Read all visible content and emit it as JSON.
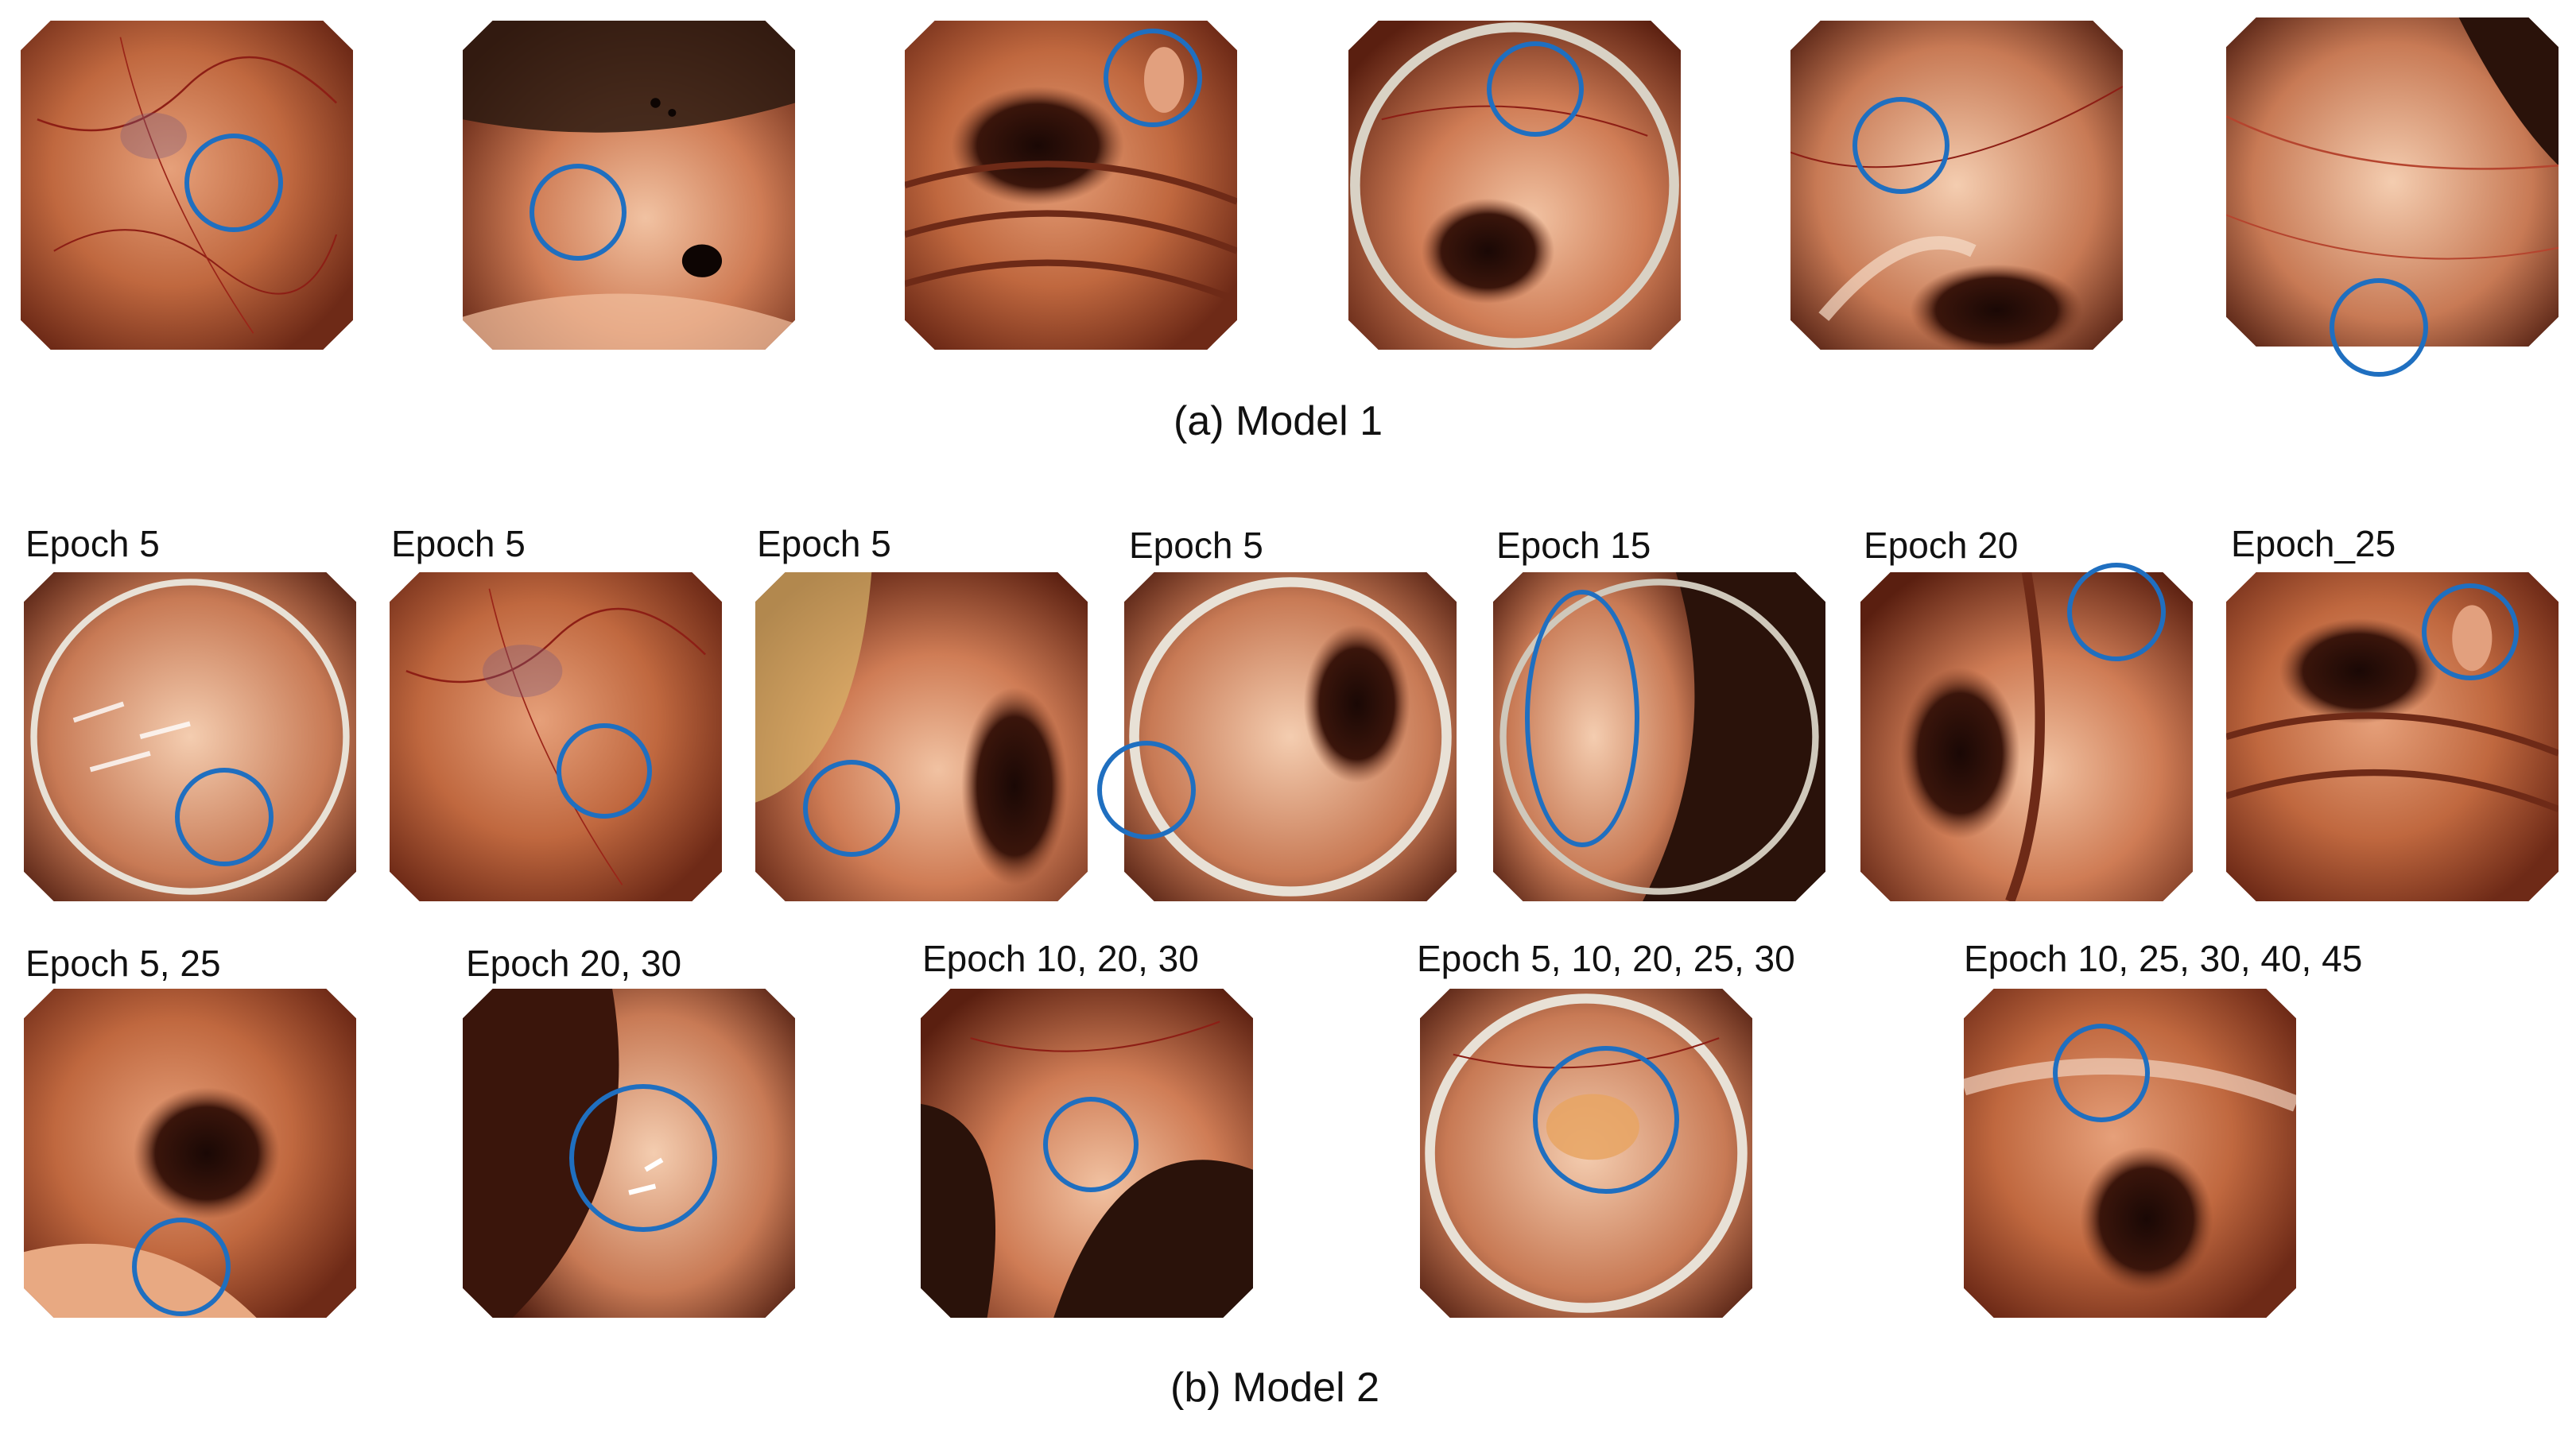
{
  "figure": {
    "caption_a": "(a) Model 1",
    "caption_b": "(b) Model 2",
    "model2_labels": [
      "Epoch 5",
      "Epoch 5",
      "Epoch 5",
      "Epoch 5",
      "Epoch 15",
      "Epoch 20",
      "Epoch_25",
      "Epoch 5, 25",
      "Epoch 20, 30",
      "Epoch 10, 20, 30",
      "Epoch 5, 10, 20, 25, 30",
      "Epoch 10, 25, 30, 40, 45"
    ]
  },
  "colors": {
    "marker_ring": "#1f6fc0",
    "tissue_base": "#b85c3a"
  }
}
